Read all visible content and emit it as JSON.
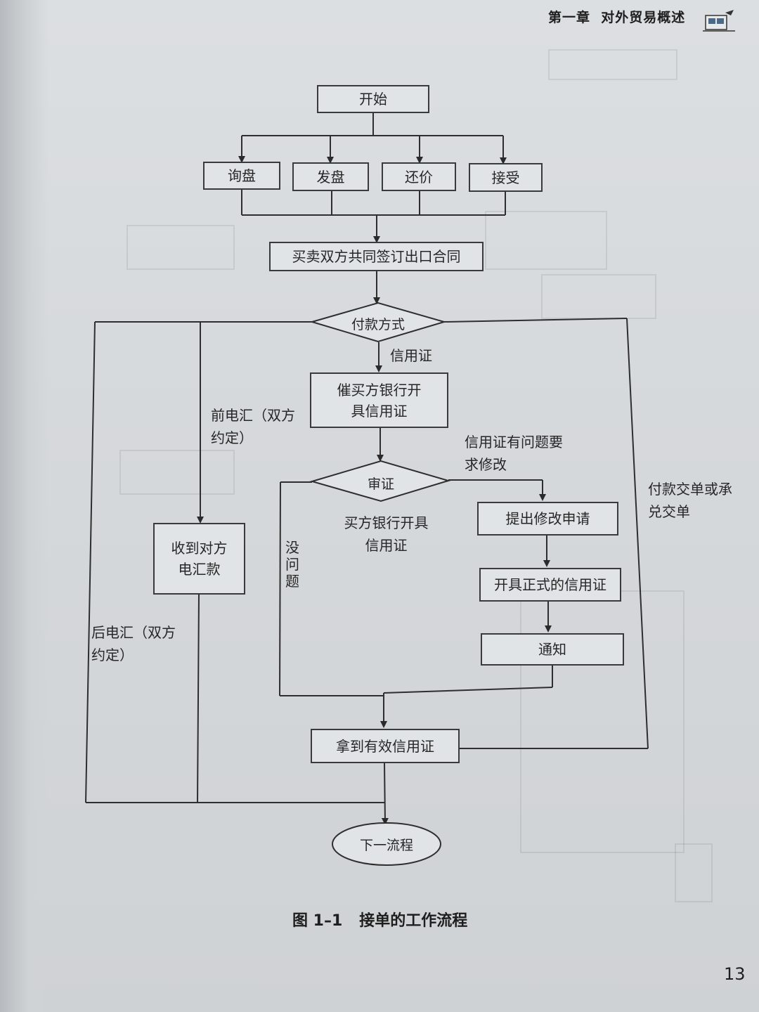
{
  "header": {
    "chapter": "第一章",
    "title": "对外贸易概述"
  },
  "flow": {
    "start": "开始",
    "steps": [
      "询盘",
      "发盘",
      "还价",
      "接受"
    ],
    "contract": "买卖双方共同签订出口合同",
    "payment_method": "付款方式",
    "lc_label": "信用证",
    "urge_bank": "催买方银行开具信用证",
    "pre_tt_label": "前电汇（双方约定）",
    "receive_tt": "收到对方电汇款",
    "post_tt_label": "后电汇（双方约定）",
    "check_lc": "审证",
    "lc_problem": "信用证有问题要求修改",
    "buyer_bank_issues": "买方银行开具信用证",
    "no_problem": "没问题",
    "request_amend": "提出修改申请",
    "issue_formal_lc": "开具正式的信用证",
    "notify": "通知",
    "dp_da_label": "付款交单或承兑交单",
    "valid_lc": "拿到有效信用证",
    "next": "下一流程"
  },
  "caption": {
    "figure_no": "图 1–1",
    "title": "接单的工作流程"
  },
  "page_number": "13"
}
